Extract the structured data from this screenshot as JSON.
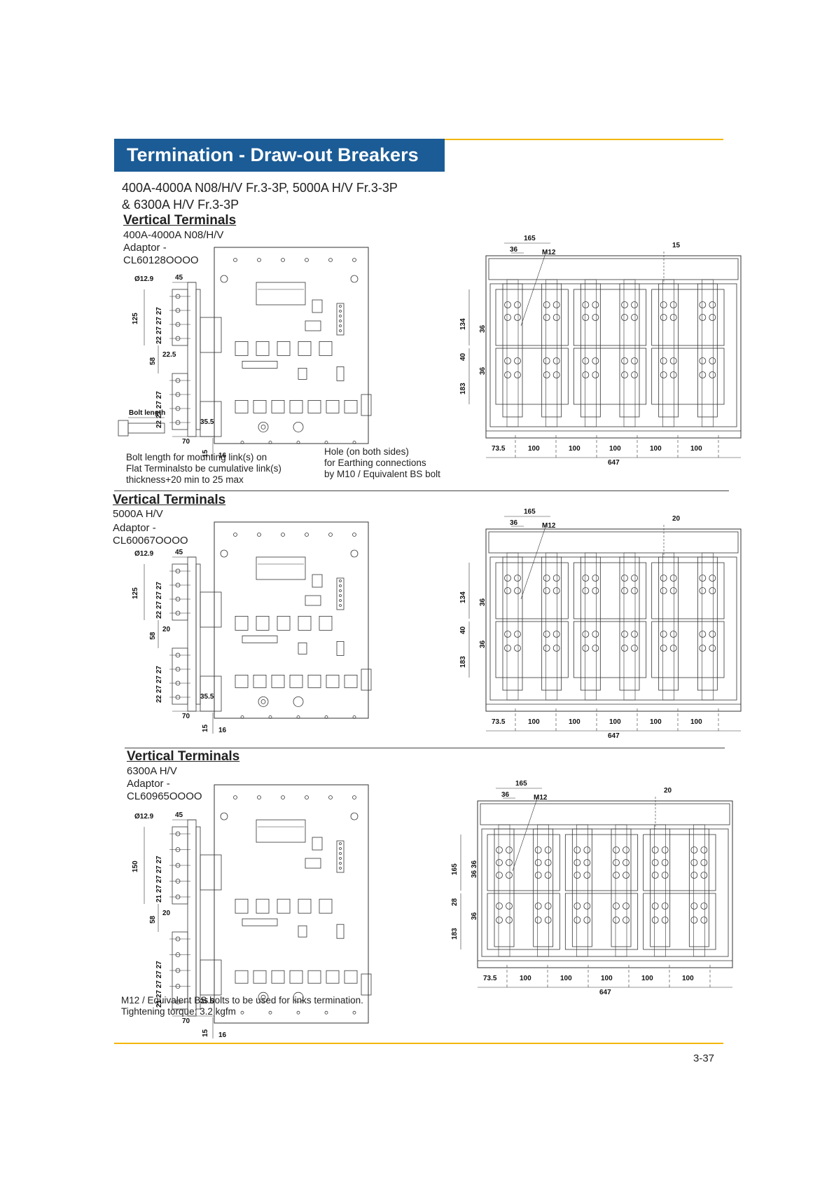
{
  "page": {
    "header_title": "Termination - Draw-out Breakers",
    "subtitle_line1": "400A-4000A N08/H/V Fr.3-3P, 5000A H/V Fr.3-3P",
    "subtitle_line2": "& 6300A H/V Fr.3-3P",
    "page_number": "3-37",
    "accent_color": "#f2b705",
    "banner_color": "#1b5c96"
  },
  "sections": [
    {
      "title": "Vertical Terminals",
      "rating": "400A-4000A  N08/H/V",
      "adaptor_label": "Adaptor -",
      "adaptor_code": "CL60128OOOO",
      "bolt_label": "Bolt length",
      "note_left": [
        "Bolt length for mounting link(s) on",
        "Flat Terminalsto be cumulative link(s)",
        "thickness+20 min to 25 max"
      ],
      "note_right": [
        "Hole (on both sides)",
        "for Earthing connections",
        "by M10 / Equivalent BS bolt"
      ],
      "side_dims": {
        "dia": "Ø12.9",
        "top": "45",
        "height": "125",
        "pitch": "22 27 27 27",
        "gap": "58",
        "offset": "22.5",
        "pitch2": "22 27 27 27",
        "depth": "35.5",
        "width": "70",
        "bottom": "15",
        "bottom2": "16"
      },
      "front_dims": {
        "top_width": "165",
        "bolt_space": "36",
        "bolt": "M12",
        "right_gap": "15",
        "h1": "134",
        "h1_bolt": "36",
        "h2": "40",
        "h3": "183",
        "h3_bolt": "36",
        "left_offset": "73.5",
        "pitches": [
          "100",
          "100",
          "100",
          "100",
          "100"
        ],
        "total": "647"
      }
    },
    {
      "title": "Vertical Terminals",
      "rating": "5000A  H/V",
      "adaptor_label": "Adaptor -",
      "adaptor_code": "CL60067OOOO",
      "side_dims": {
        "dia": "Ø12.9",
        "top": "45",
        "height": "125",
        "pitch": "22 27 27 27",
        "gap": "58",
        "offset": "20",
        "pitch2": "22 27 27 27",
        "depth": "35.5",
        "width": "70",
        "bottom": "15",
        "bottom2": "16"
      },
      "front_dims": {
        "top_width": "165",
        "bolt_space": "36",
        "bolt": "M12",
        "right_gap": "20",
        "h1": "134",
        "h1_bolt": "36",
        "h2": "40",
        "h3": "183",
        "h3_bolt": "36",
        "left_offset": "73.5",
        "pitches": [
          "100",
          "100",
          "100",
          "100",
          "100"
        ],
        "total": "647"
      }
    },
    {
      "title": "Vertical Terminals",
      "rating": "6300A  H/V",
      "adaptor_label": "Adaptor -",
      "adaptor_code": "CL60965OOOO",
      "note_left": [
        "M12 / Equivalent BS bolts to be used for links termination.",
        "Tightening torque: 3.2 kgfm"
      ],
      "side_dims": {
        "dia": "Ø12.9",
        "top": "45",
        "height": "150",
        "pitch": "21 27 27 27 27",
        "gap": "58",
        "offset": "20",
        "pitch2": "21 27 27 27 27",
        "depth": "35.5",
        "width": "70",
        "bottom": "15",
        "bottom2": "16"
      },
      "front_dims": {
        "top_width": "165",
        "bolt_space": "36",
        "bolt": "M12",
        "right_gap": "20",
        "h1": "165",
        "h1_bolt": "36 36",
        "h2": "28",
        "h3": "183",
        "h3_bolt": "36",
        "left_offset": "73.5",
        "pitches": [
          "100",
          "100",
          "100",
          "100",
          "100"
        ],
        "total": "647"
      }
    }
  ]
}
